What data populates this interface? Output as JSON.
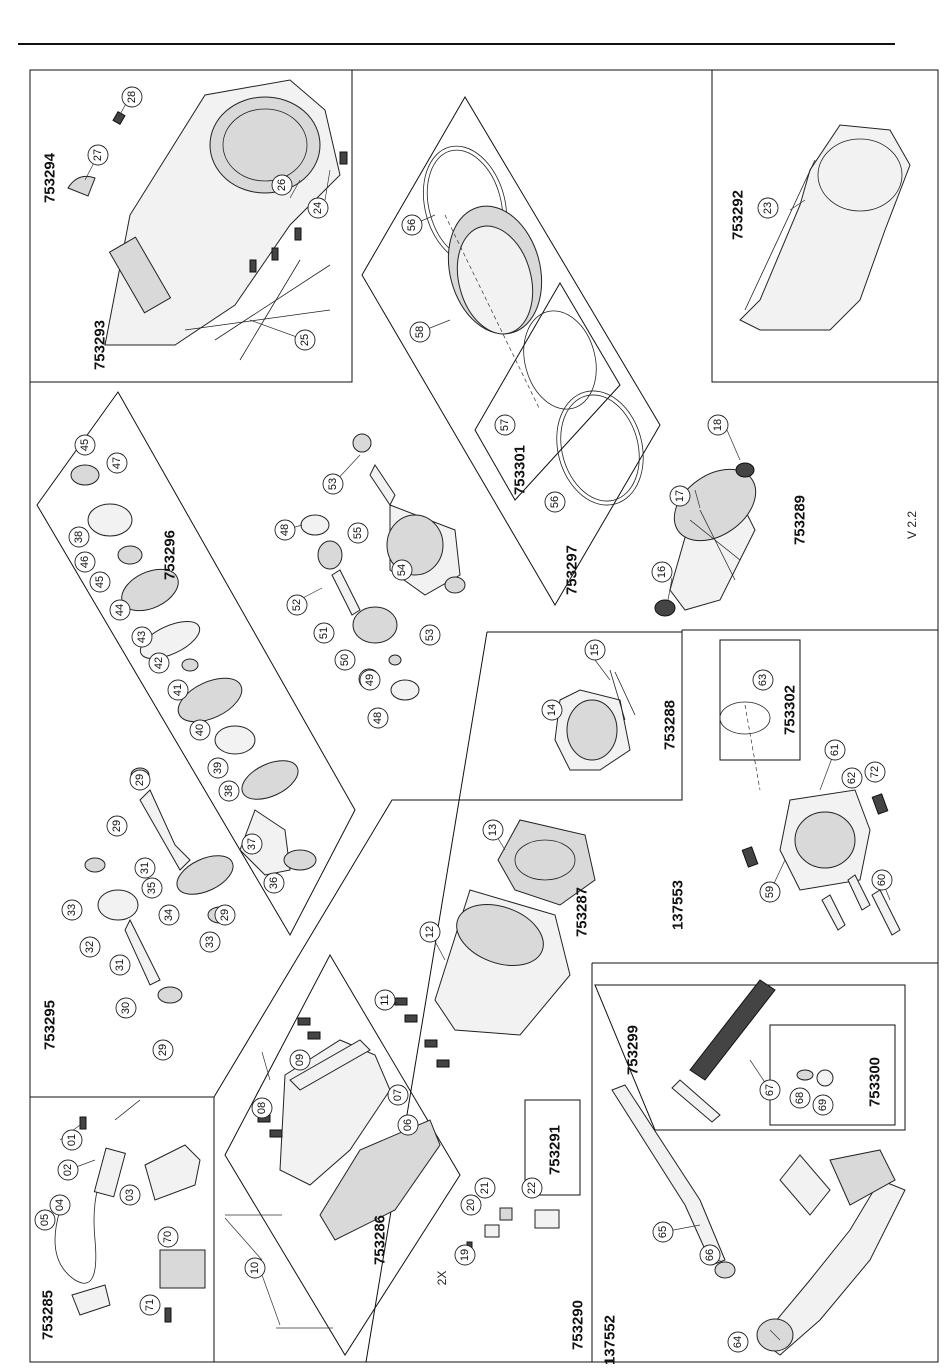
{
  "diagram": {
    "version": "V 2.2",
    "note": "2X",
    "group_labels": [
      "753294",
      "753293",
      "753292",
      "753297",
      "753301",
      "753296",
      "753289",
      "753295",
      "753288",
      "753302",
      "753287",
      "137553",
      "753286",
      "753285",
      "753290",
      "753291",
      "753299",
      "753300",
      "137552"
    ],
    "part_numbers": [
      "01",
      "02",
      "03",
      "04",
      "05",
      "06",
      "07",
      "08",
      "09",
      "10",
      "11",
      "12",
      "13",
      "14",
      "15",
      "16",
      "17",
      "18",
      "19",
      "20",
      "21",
      "22",
      "23",
      "24",
      "25",
      "26",
      "27",
      "28",
      "29",
      "30",
      "31",
      "32",
      "33",
      "34",
      "35",
      "36",
      "37",
      "38",
      "39",
      "40",
      "41",
      "42",
      "43",
      "44",
      "45",
      "46",
      "47",
      "48",
      "49",
      "50",
      "51",
      "52",
      "53",
      "54",
      "55",
      "56",
      "57",
      "58",
      "59",
      "60",
      "61",
      "62",
      "63",
      "64",
      "65",
      "66",
      "67",
      "68",
      "69",
      "70",
      "71",
      "72"
    ]
  }
}
